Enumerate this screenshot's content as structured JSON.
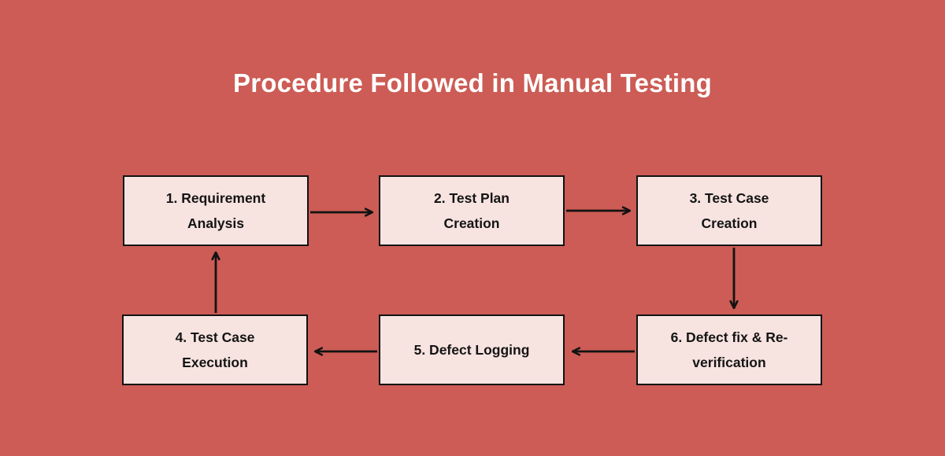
{
  "diagram": {
    "title": "Procedure Followed in Manual Testing",
    "type": "flowchart-cycle",
    "background_color": "#CC5C55",
    "node_fill_color": "#F7E3E0",
    "node_border_color": "#121212",
    "title_color": "#FFFFFF",
    "text_color": "#141414",
    "nodes": [
      {
        "id": "1",
        "label": "1. Requirement\nAnalysis",
        "row": 1,
        "column": 1
      },
      {
        "id": "2",
        "label": "2. Test Plan\nCreation",
        "row": 1,
        "column": 2
      },
      {
        "id": "3",
        "label": "3.  Test Case\nCreation",
        "row": 1,
        "column": 3
      },
      {
        "id": "4",
        "label": "4.  Test Case\nExecution",
        "row": 2,
        "column": 1
      },
      {
        "id": "5",
        "label": "5. Defect Logging",
        "row": 2,
        "column": 2
      },
      {
        "id": "6",
        "label": "6. Defect fix & Re-\nverification",
        "row": 2,
        "column": 3
      }
    ],
    "edges": [
      {
        "from": "1",
        "to": "2",
        "direction": "right"
      },
      {
        "from": "2",
        "to": "3",
        "direction": "right"
      },
      {
        "from": "3",
        "to": "6",
        "direction": "down"
      },
      {
        "from": "6",
        "to": "5",
        "direction": "left"
      },
      {
        "from": "5",
        "to": "4",
        "direction": "left"
      },
      {
        "from": "4",
        "to": "1",
        "direction": "up"
      }
    ]
  }
}
